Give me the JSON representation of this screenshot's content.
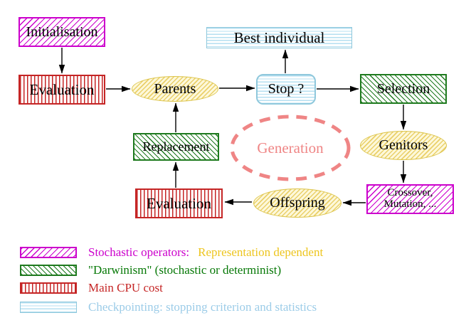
{
  "nodes": {
    "initialisation": "Initialisation",
    "evaluation_top": "Evaluation",
    "parents": "Parents",
    "best_individual": "Best individual",
    "stop": "Stop ?",
    "selection": "Selection",
    "genitors": "Genitors",
    "crossover_line1": "Crossover,",
    "crossover_line2": "Mutation, ...",
    "offspring": "Offspring",
    "evaluation_bottom": "Evaluation",
    "replacement": "Replacement",
    "generation": "Generation"
  },
  "legend": {
    "row1_part1": "Stochastic operators:",
    "row1_part2": "Representation dependent",
    "row2": "\"Darwinism\" (stochastic or determinist)",
    "row3": "Main CPU cost",
    "row4": "Checkpointing: stopping criterion and statistics"
  },
  "colors": {
    "magenta": "#cc00cc",
    "green": "#1e7a1e",
    "green_text": "#067806",
    "red": "#c52525",
    "cyan": "#8fc8dc",
    "cyan_stripe": "#b5dff0",
    "cyan_text": "#9ccce8",
    "yellow": "#dcc44a",
    "yellow_hatch": "#ead06a",
    "yellow_fill": "#fdf8da",
    "gold_text": "#edc51e",
    "salmon": "#ef8585",
    "arrow": "#000000"
  }
}
